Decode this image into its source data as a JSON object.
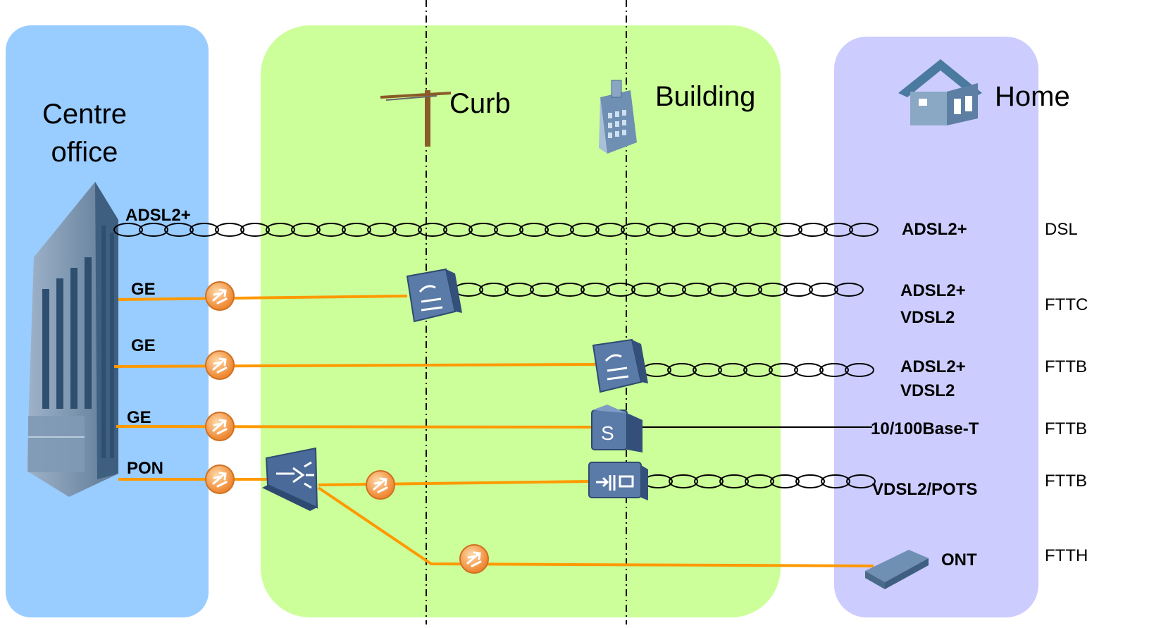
{
  "zones": {
    "centre_office": "Centre\noffice",
    "curb": "Curb",
    "building": "Building",
    "home": "Home"
  },
  "left_labels": {
    "adsl": "ADSL2+",
    "ge1": "GE",
    "ge2": "GE",
    "ge3": "GE",
    "pon": "PON"
  },
  "right_labels": {
    "adsl": "ADSL2+",
    "fttc": [
      "ADSL2+",
      "VDSL2"
    ],
    "fttb1": [
      "ADSL2+",
      "VDSL2"
    ],
    "fttb2": "10/100Base-T",
    "fttb3": "VDSL2/POTS",
    "ftth": "ONT"
  },
  "categories": {
    "dsl": "DSL",
    "fttc": "FTTC",
    "fttb1": "FTTB",
    "fttb2": "FTTB",
    "fttb3": "FTTB",
    "ftth": "FTTH"
  },
  "colors": {
    "co_zone": "#99ccff",
    "mid_zone": "#ccff99",
    "home_zone": "#ccccff",
    "fiber": "#ff9900",
    "device": "#4a6a9a"
  },
  "icons": [
    "building-icon",
    "utility-pole-icon",
    "tower-icon",
    "house-icon",
    "optical-module-icon",
    "dslam-icon",
    "switch-icon",
    "splitter-icon",
    "mdu-icon",
    "ont-icon"
  ]
}
